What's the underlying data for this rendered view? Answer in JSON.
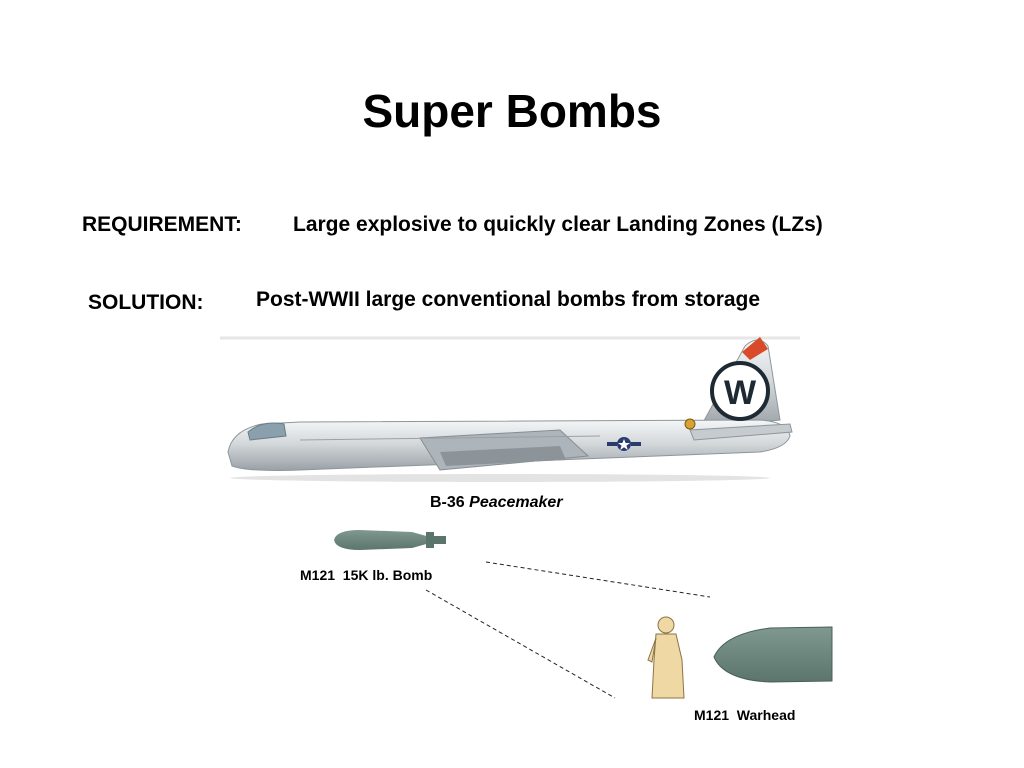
{
  "slide": {
    "title": "Super Bombs",
    "requirement_label": "REQUIREMENT:",
    "requirement_text": "Large explosive to quickly clear Landing Zones (LZs)",
    "solution_label": "SOLUTION:",
    "solution_text": "Post-WWII large conventional bombs from storage"
  },
  "images": {
    "aircraft_name": "B-36",
    "aircraft_nickname": "Peacemaker",
    "tail_letter": "W",
    "bomb_caption": "M121  15K lb. Bomb",
    "warhead_caption": "M121  Warhead"
  },
  "colors": {
    "bomb_fill": "#6f8a80",
    "aircraft_fill": "#d8dcde",
    "figure_fill": "#efd8a4"
  }
}
